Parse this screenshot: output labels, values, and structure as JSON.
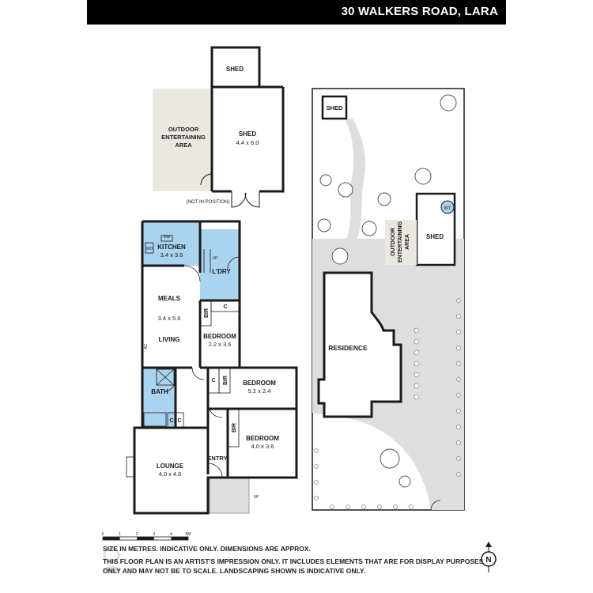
{
  "header": {
    "title": "30 WALKERS ROAD, LARA"
  },
  "rooms": {
    "shed_small": "SHED",
    "outdoor_1": "OUTDOOR",
    "outdoor_2": "ENTERTAINING",
    "outdoor_3": "AREA",
    "shed_main": "SHED",
    "shed_main_dim": "4.4 x 6.0",
    "not_in_position": "(NOT IN POSITION)",
    "kitchen": "KITCHEN",
    "kitchen_dim": "3.4 x 3.6",
    "laundry": "L'DRY",
    "meals": "MEALS",
    "meals_dim": "3.4 x 5.6",
    "living": "LIVING",
    "bedroom3": "BEDROOM",
    "bedroom3_dim": "2.2 x 3.6",
    "bath": "BATH",
    "bedroom2": "BEDROOM",
    "bedroom2_dim": "5.2 x 2.4",
    "bedroom1": "BEDROOM",
    "bedroom1_dim": "4.0 x 3.6",
    "lounge": "LOUNGE",
    "lounge_dim": "4.0 x 4.6",
    "entry": "ENTRY",
    "bir": "BIR",
    "cupboard": "C",
    "dw": "DW",
    "wo": "WO",
    "ac": "AC",
    "up": "UP"
  },
  "site": {
    "shed_a": "SHED",
    "shed_b": "SHED",
    "wt": "WT",
    "residence": "RESIDENCE",
    "outdoor_v1": "OUTDOOR",
    "outdoor_v2": "ENTERTAINING",
    "outdoor_v3": "AREA"
  },
  "scale": {
    "ticks": [
      "0",
      "1",
      "2",
      "3",
      "4",
      "5M"
    ]
  },
  "disclaimer": {
    "line1": "SIZE IN METRES. INDICATIVE ONLY. DIMENSIONS ARE APPROX.",
    "line2": "THIS FLOOR PLAN IS AN ARTIST'S IMPRESSION ONLY. IT INCLUDES ELEMENTS THAT ARE FOR DISPLAY PURPOSES",
    "line3": "ONLY AND MAY NOT BE TO SCALE. LANDSCAPING SHOWN IS INDICATIVE ONLY."
  },
  "north": {
    "label": "N"
  },
  "colors": {
    "wet_area": "#a9d3ee",
    "outdoor": "#ebe8e2",
    "paving": "#dedede",
    "wall": "#1a1a1a"
  }
}
